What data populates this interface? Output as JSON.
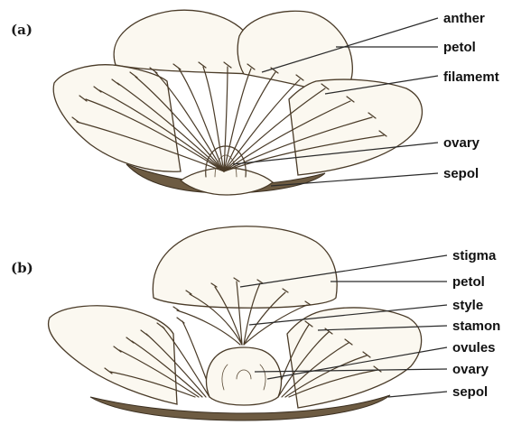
{
  "panel_a": {
    "letter": "(a)",
    "labels": [
      "anther",
      "petol",
      "filamemt",
      "ovary",
      "sepol"
    ]
  },
  "panel_b": {
    "letter": "(b)",
    "labels": [
      "stigma",
      "petol",
      "style",
      "stamon",
      "ovules",
      "ovary",
      "sepol"
    ]
  },
  "colors": {
    "ink": "#4a3b28",
    "petal_fill": "#fbf8f0",
    "sepal_fill": "#6d5b42",
    "label_text": "#111111"
  }
}
